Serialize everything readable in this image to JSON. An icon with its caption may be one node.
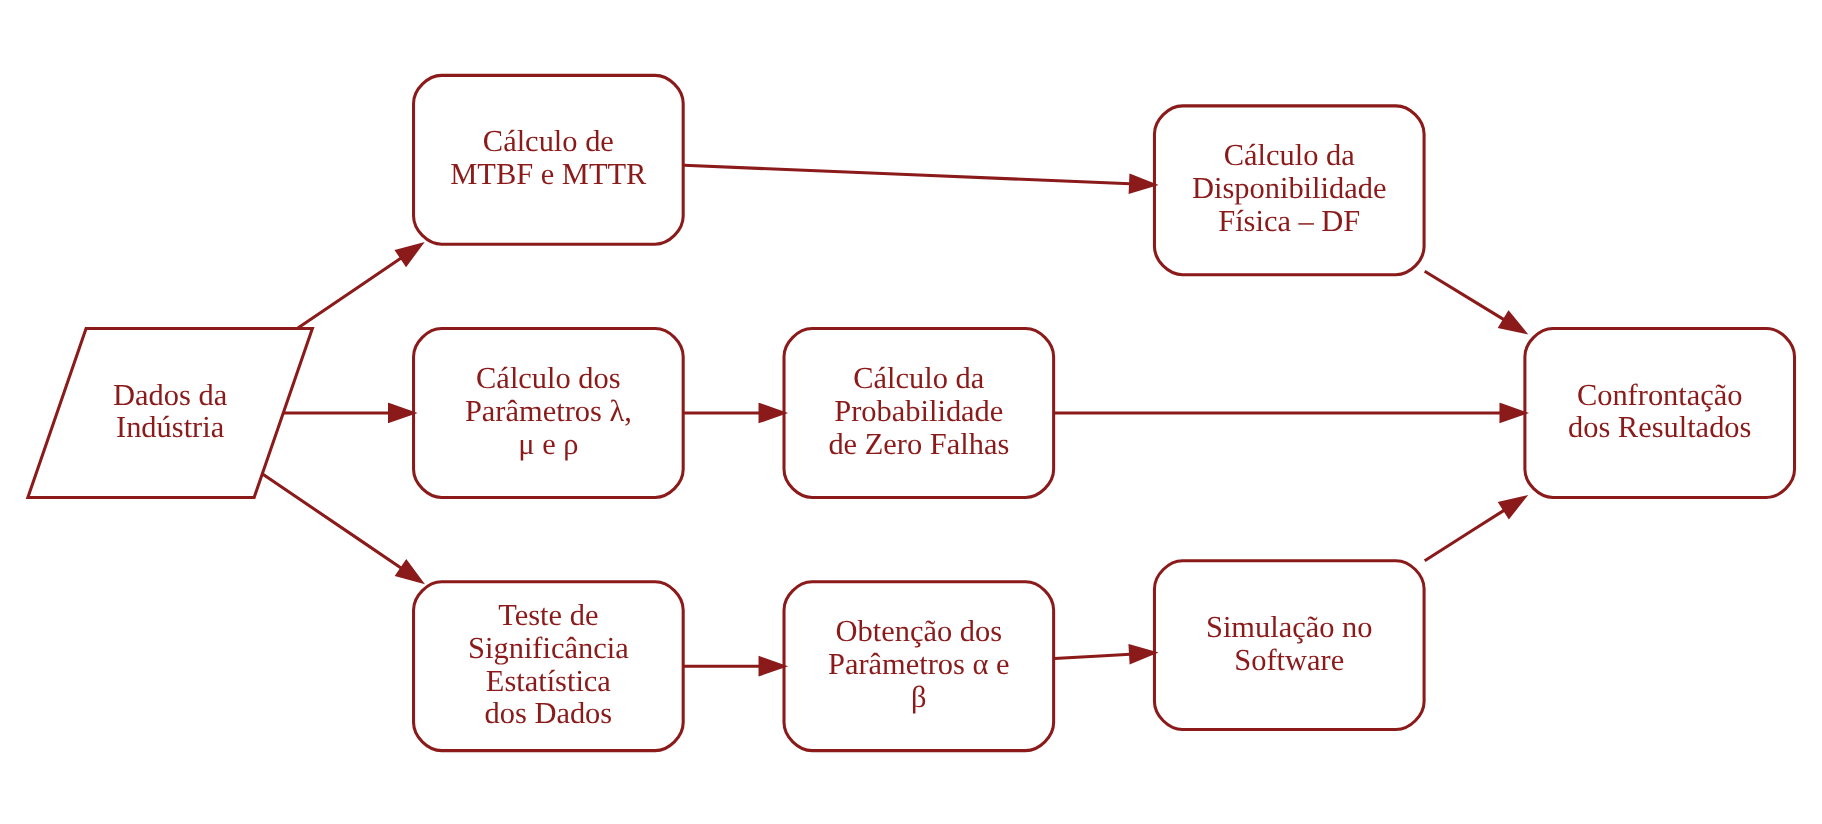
{
  "diagram": {
    "nodes": [
      {
        "text": [
          "Dados da Indústria"
        ]
      },
      {
        "text": [
          "Cálculo de MTBF e MTTR"
        ]
      },
      {
        "text": [
          "Cálculo da Disponibilidade Física – DF"
        ]
      },
      {
        "text": [
          "Cálculo dos Parâmetros λ, μ e ρ"
        ]
      },
      {
        "text": [
          "Cálculo da Probabilidade de Zero Falhas"
        ]
      },
      {
        "text": [
          "Confrontação dos Resultados"
        ]
      },
      {
        "text": [
          "Teste de Significância Estatística dos Dados"
        ]
      },
      {
        "text": [
          "Obtenção dos Parâmetros α e β"
        ]
      },
      {
        "text": [
          "Simulação no Software"
        ]
      }
    ],
    "edges": [
      {
        "from": 0,
        "to": 1,
        "arrow": "to"
      },
      {
        "from": 1,
        "to": 2,
        "arrow": "to"
      },
      {
        "from": 2,
        "to": 5,
        "arrow": "to"
      },
      {
        "from": 0,
        "to": 3,
        "arrow": "to"
      },
      {
        "from": 3,
        "to": 4,
        "arrow": "to"
      },
      {
        "from": 4,
        "to": 5,
        "arrow": "to"
      },
      {
        "from": 0,
        "to": 6,
        "arrow": "to"
      },
      {
        "from": 6,
        "to": 7,
        "arrow": "to"
      },
      {
        "from": 7,
        "to": 8,
        "arrow": "to"
      },
      {
        "from": 8,
        "to": 5,
        "arrow": "to"
      }
    ]
  }
}
